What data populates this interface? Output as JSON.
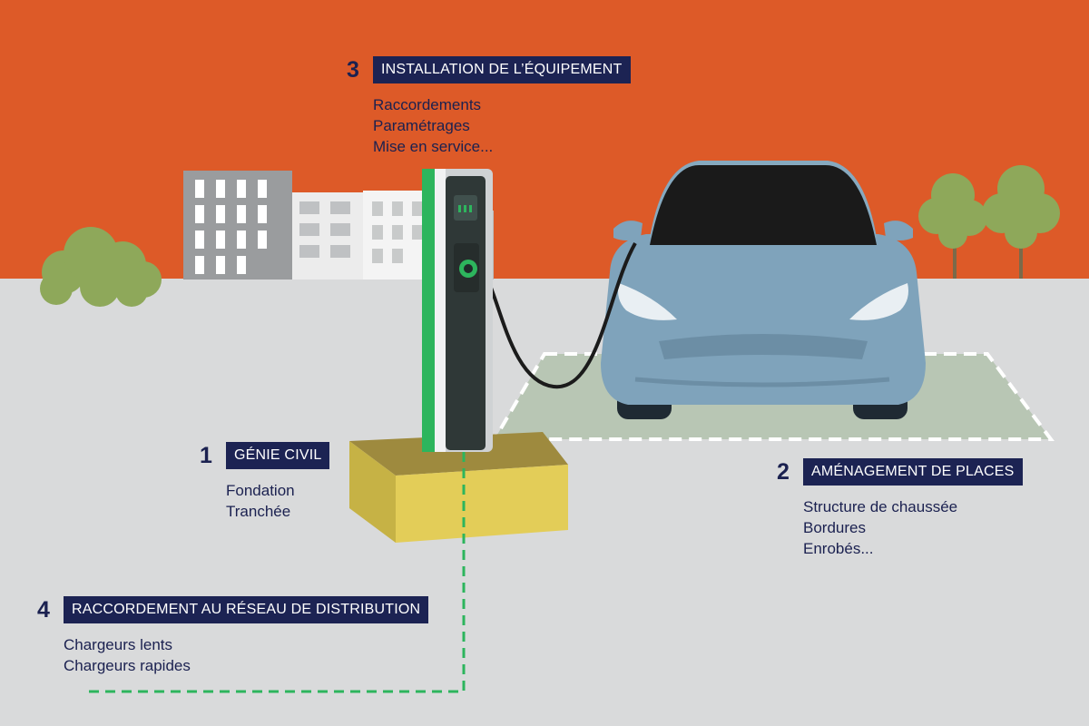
{
  "colors": {
    "sky": "#dd5a28",
    "ground": "#d9dadb",
    "label_bg": "#1c2353",
    "label_text": "#ffffff",
    "body_text": "#1b2150",
    "charger_green": "#2db55d",
    "car_body": "#7fa3bb",
    "foundation": "#dcc54e",
    "cable_route": "#2db55d",
    "tree": "#8ea85a"
  },
  "steps": [
    {
      "number": "1",
      "title": "GÉNIE CIVIL",
      "items": [
        "Fondation",
        "Tranchée"
      ]
    },
    {
      "number": "2",
      "title": "AMÉNAGEMENT DE PLACES",
      "items": [
        "Structure de chaussée",
        "Bordures",
        "Enrobés..."
      ]
    },
    {
      "number": "3",
      "title": "INSTALLATION DE L’ÉQUIPEMENT",
      "items": [
        "Raccordements",
        "Paramétrages",
        "Mise en service..."
      ]
    },
    {
      "number": "4",
      "title": "RACCORDEMENT AU RÉSEAU DE DISTRIBUTION",
      "items": [
        "Chargeurs lents",
        "Chargeurs rapides"
      ]
    }
  ]
}
